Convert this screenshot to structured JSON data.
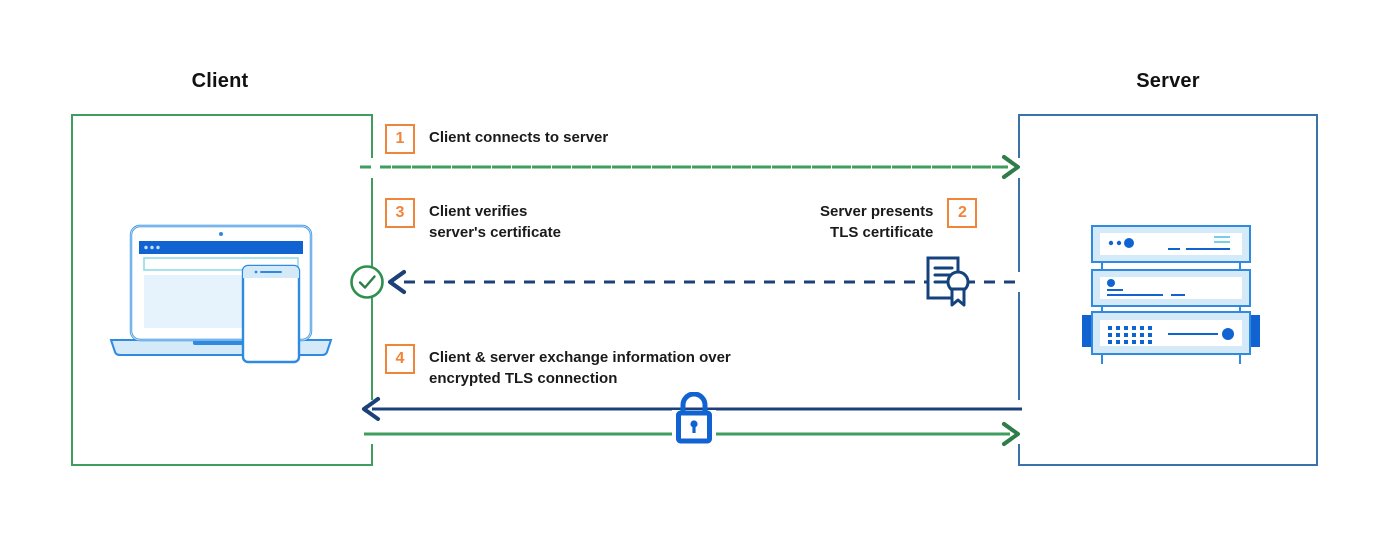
{
  "diagram": {
    "title_client": "Client",
    "title_server": "Server",
    "colors": {
      "orange": "#f0853a",
      "green": "#3f9d5e",
      "green_dark": "#2f7d49",
      "navy": "#1c4178",
      "blue": "#1263d2",
      "blue_box": "#3a72aa",
      "light_blue": "#dcecfb",
      "text": "#1a1a1a"
    },
    "steps": [
      {
        "number": "1",
        "text": "Client connects to server",
        "arrow": "dashed-green-right",
        "side": "left"
      },
      {
        "number": "2",
        "text": "Server presents\nTLS certificate",
        "arrow": "dashed-navy-left",
        "side": "right"
      },
      {
        "number": "3",
        "text": "Client verifies\nserver's certificate",
        "arrow": "dashed-navy-left",
        "side": "left"
      },
      {
        "number": "4",
        "text": "Client & server exchange information over\nencrypted TLS connection",
        "arrow": "solid-navy-left-and-solid-green-right",
        "side": "left"
      }
    ],
    "icons": {
      "check": "check-circle-icon",
      "certificate": "certificate-icon",
      "lock": "lock-icon",
      "client_device": "laptop-and-phone-icon",
      "server_device": "server-rack-icon"
    }
  }
}
